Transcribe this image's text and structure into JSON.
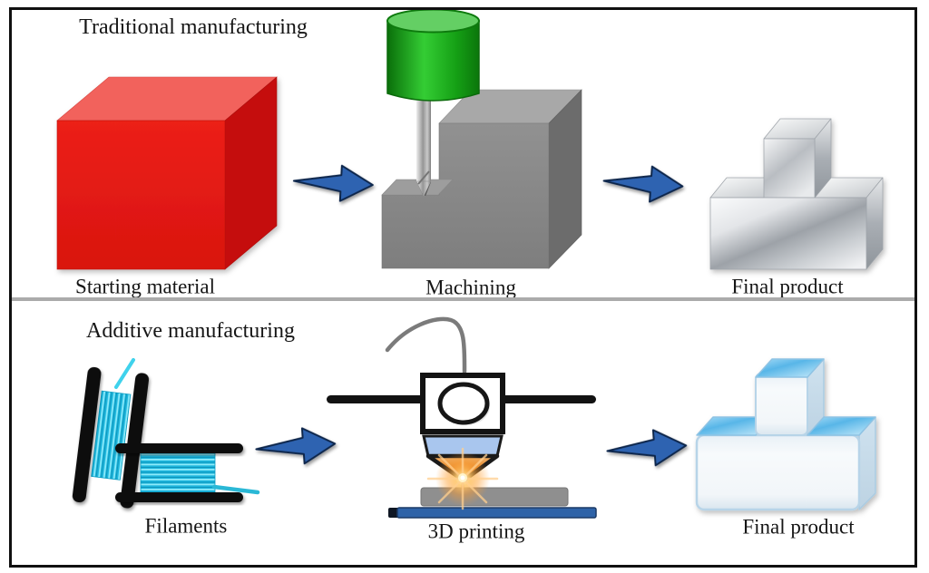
{
  "figure": {
    "rows": [
      {
        "title": "Traditional manufacturing",
        "steps": [
          {
            "label": "Starting material",
            "icon": "red-cube-icon"
          },
          {
            "label": "Machining",
            "icon": "milling-tool-icon"
          },
          {
            "label": "Final product",
            "icon": "silver-t-block-icon"
          }
        ]
      },
      {
        "title": "Additive manufacturing",
        "steps": [
          {
            "label": "Filaments",
            "icon": "filament-spools-icon"
          },
          {
            "label": "3D printing",
            "icon": "fdm-printer-icon"
          },
          {
            "label": "Final product",
            "icon": "blue-t-block-icon"
          }
        ]
      }
    ],
    "colors": {
      "arrow_blue": "#2f63b1",
      "cube_red": "#e41c12",
      "tool_green": "#22b422",
      "filament_cyan": "#29c4e6",
      "bed_blue": "#2e63a8",
      "nozzle_glow_orange": "#ff9d2e",
      "metal_silver": "#c3c7cc",
      "glass_blue": "#5fb9e8",
      "divider_gray": "#ababab",
      "frame_black": "#101010"
    }
  }
}
